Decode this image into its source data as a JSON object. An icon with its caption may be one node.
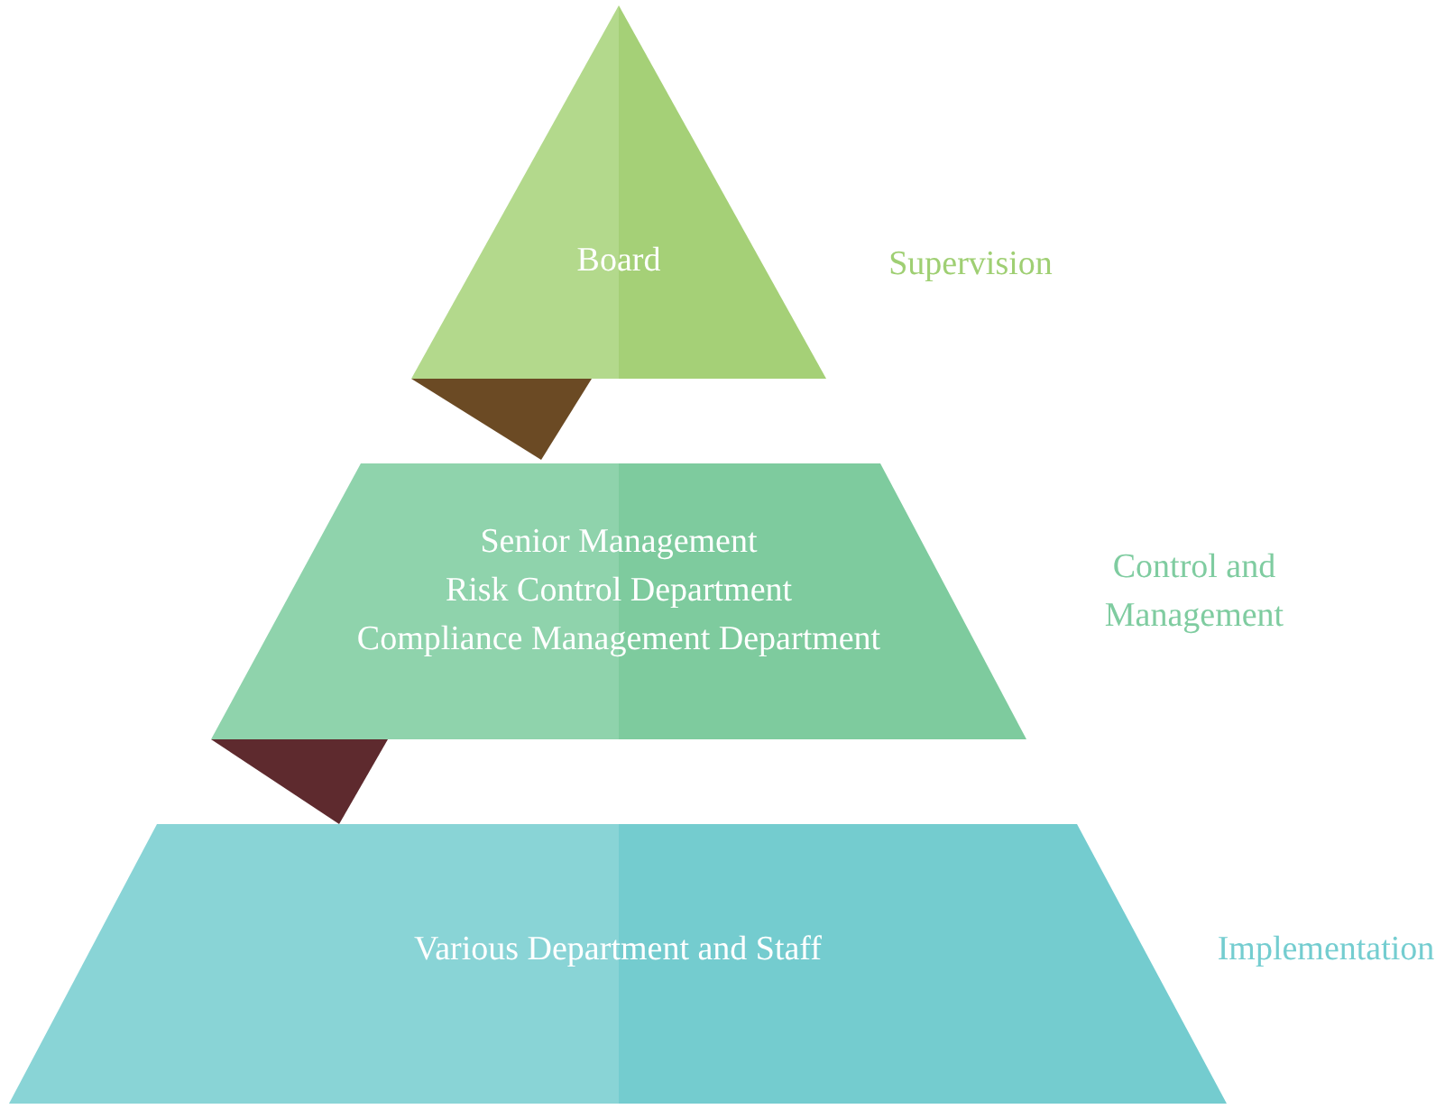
{
  "diagram": {
    "nodes": [
      {
        "text": [
          "Board"
        ],
        "beside": [
          "Supervision"
        ]
      },
      {
        "text": [
          "Senior Management",
          "Risk Control Department",
          "Compliance Management Department"
        ],
        "beside": [
          "Control and Management"
        ]
      },
      {
        "text": [
          "Various Department and Staff"
        ],
        "beside": [
          "Implementation"
        ]
      }
    ]
  }
}
